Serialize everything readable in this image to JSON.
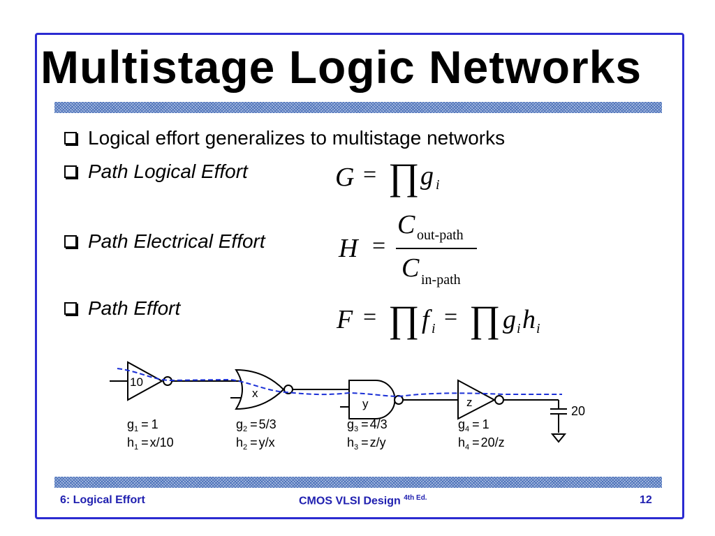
{
  "slide": {
    "title": "Multistage Logic Networks"
  },
  "bullets": [
    {
      "text": "Logical effort generalizes to multistage networks",
      "italic": false
    },
    {
      "text": "Path Logical Effort",
      "italic": true
    },
    {
      "text": "Path Electrical Effort",
      "italic": true
    },
    {
      "text": "Path Effort",
      "italic": true
    }
  ],
  "equations": {
    "G": {
      "lhs": "G",
      "op": "=",
      "prod": "∏",
      "var": "g",
      "sub": "i"
    },
    "H": {
      "lhs": "H",
      "op": "=",
      "num_var": "C",
      "num_sub": "out-path",
      "den_var": "C",
      "den_sub": "in-path"
    },
    "F": {
      "lhs": "F",
      "op": "=",
      "prod": "∏",
      "var1": "f",
      "sub1": "i",
      "op2": "=",
      "var2": "g",
      "sub2": "i",
      "var3": "h",
      "sub3": "i"
    }
  },
  "circuit": {
    "gate_labels": [
      "10",
      "x",
      "y",
      "z"
    ],
    "load_label": "20",
    "stages": [
      {
        "g_var": "g",
        "g_sub": "1",
        "g_val": "1",
        "h_var": "h",
        "h_sub": "1",
        "h_val": "x/10"
      },
      {
        "g_var": "g",
        "g_sub": "2",
        "g_val": "5/3",
        "h_var": "h",
        "h_sub": "2",
        "h_val": "y/x"
      },
      {
        "g_var": "g",
        "g_sub": "3",
        "g_val": "4/3",
        "h_var": "h",
        "h_sub": "3",
        "h_val": "z/y"
      },
      {
        "g_var": "g",
        "g_sub": "4",
        "g_val": "1",
        "h_var": "h",
        "h_sub": "4",
        "h_val": "20/z"
      }
    ],
    "eq_sign": "=",
    "path_color": "#1a2fd6"
  },
  "footer": {
    "left": "6: Logical Effort",
    "center": "CMOS VLSI Design",
    "center_sup": "4th Ed.",
    "page": "12"
  },
  "colors": {
    "frame": "#2b2bd1",
    "footer_text": "#2020b0"
  }
}
